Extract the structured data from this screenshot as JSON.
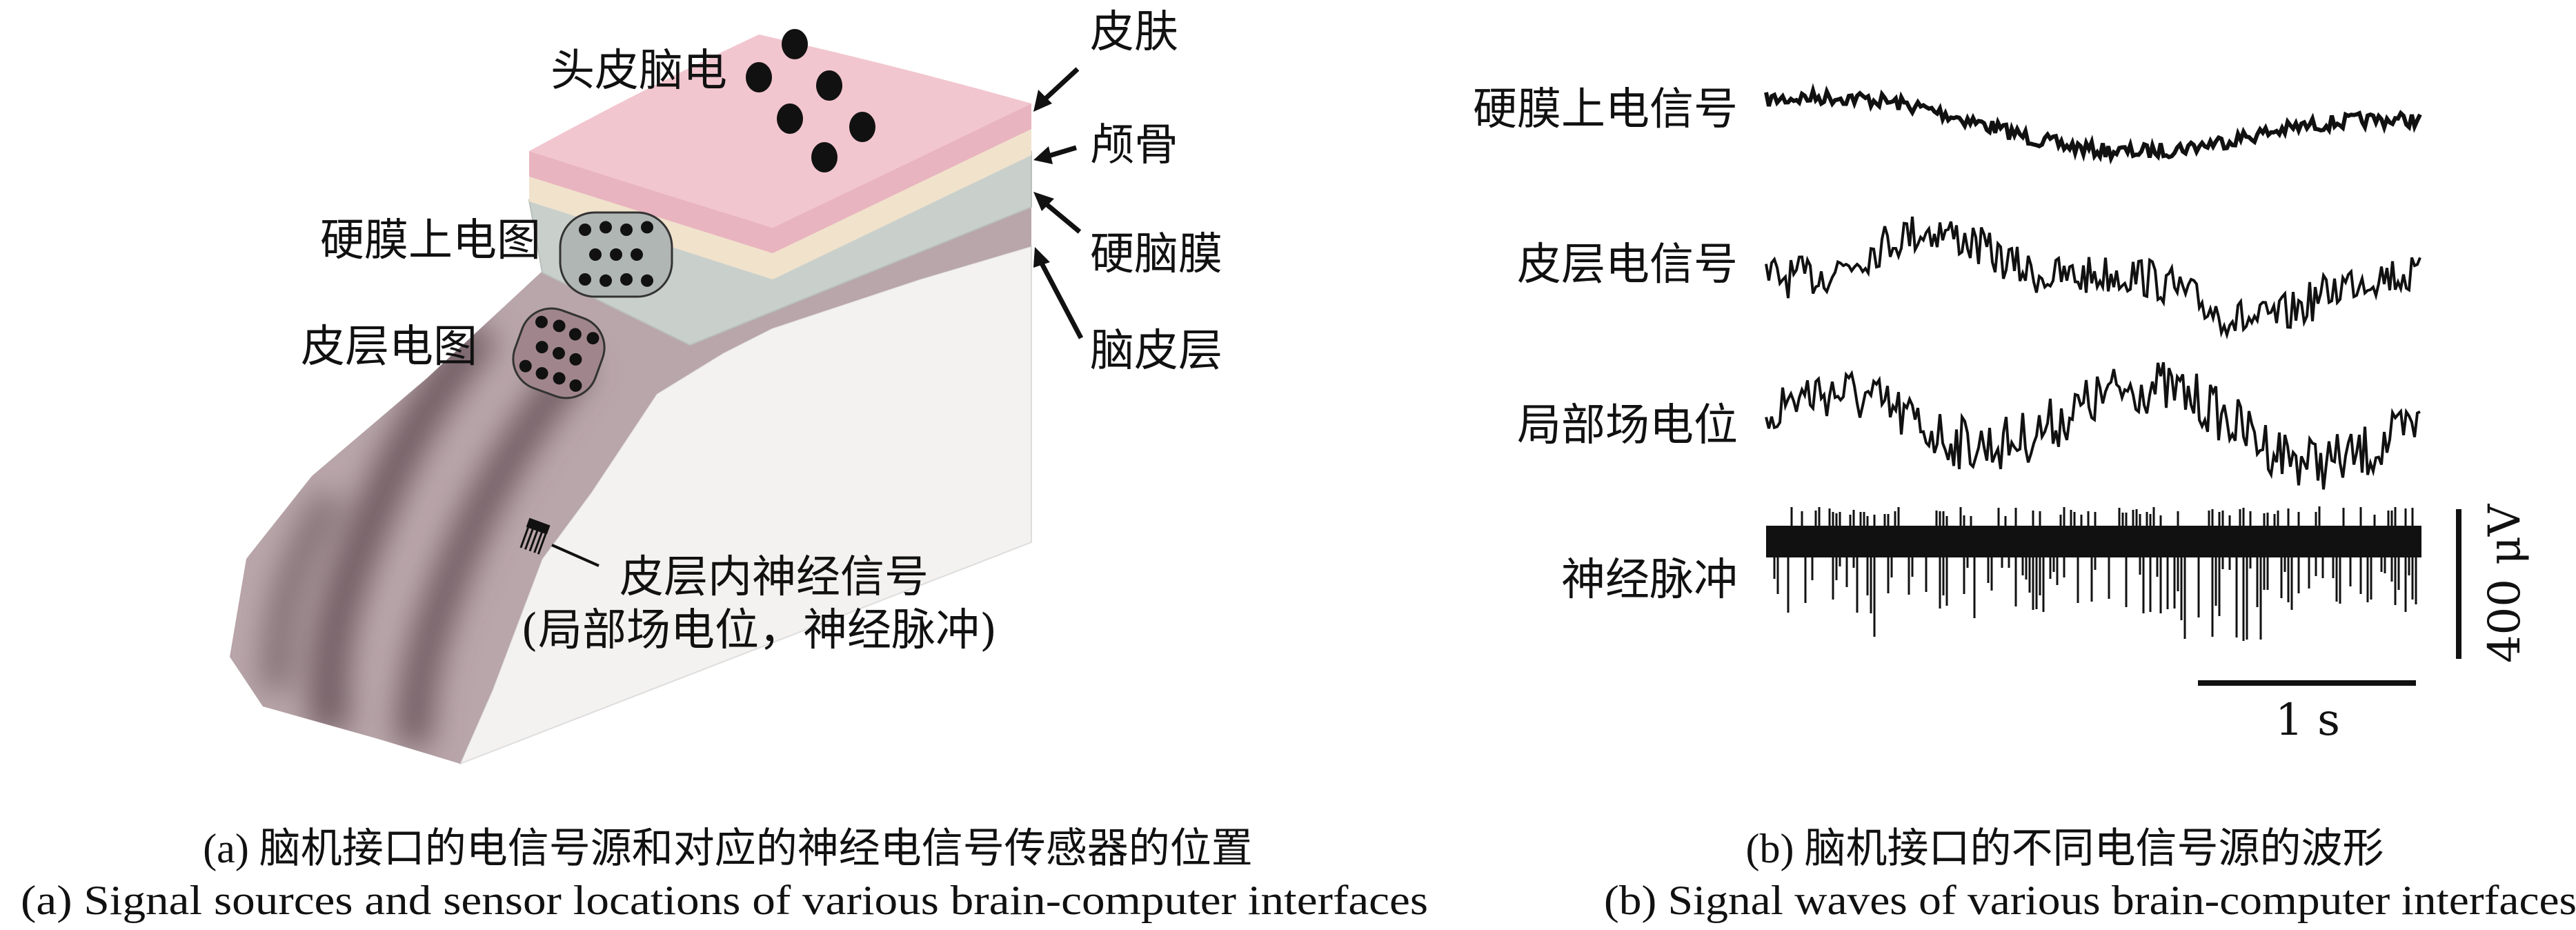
{
  "panel_a": {
    "labels": {
      "scalp_eeg": "头皮脑电",
      "skin": "皮肤",
      "skull": "颅骨",
      "dura": "硬脑膜",
      "cortex": "脑皮层",
      "epidural_ecog": "硬膜上电图",
      "ecog": "皮层电图",
      "intracortical_line1": "皮层内神经信号",
      "intracortical_line2": "(局部场电位，神经脉冲)"
    },
    "caption_cn": "(a) 脑机接口的电信号源和对应的神经电信号传感器的位置",
    "caption_en": "(a) Signal sources and sensor locations of various brain-computer interfaces",
    "colors": {
      "skin": "#f2c6cf",
      "skull": "#f1e2cc",
      "dura": "#c9d0cc",
      "cortex": "#b9a6aa",
      "cortex_dark": "#6e5a60"
    }
  },
  "panel_b": {
    "traces": [
      {
        "label": "硬膜上电信号"
      },
      {
        "label": "皮层电信号"
      },
      {
        "label": "局部场电位"
      },
      {
        "label": "神经脉冲"
      }
    ],
    "scale_voltage": "400 μV",
    "scale_time": "1 s",
    "caption_cn": "(b) 脑机接口的不同电信号源的波形",
    "caption_en": "(b) Signal waves of various brain-computer interfaces"
  }
}
